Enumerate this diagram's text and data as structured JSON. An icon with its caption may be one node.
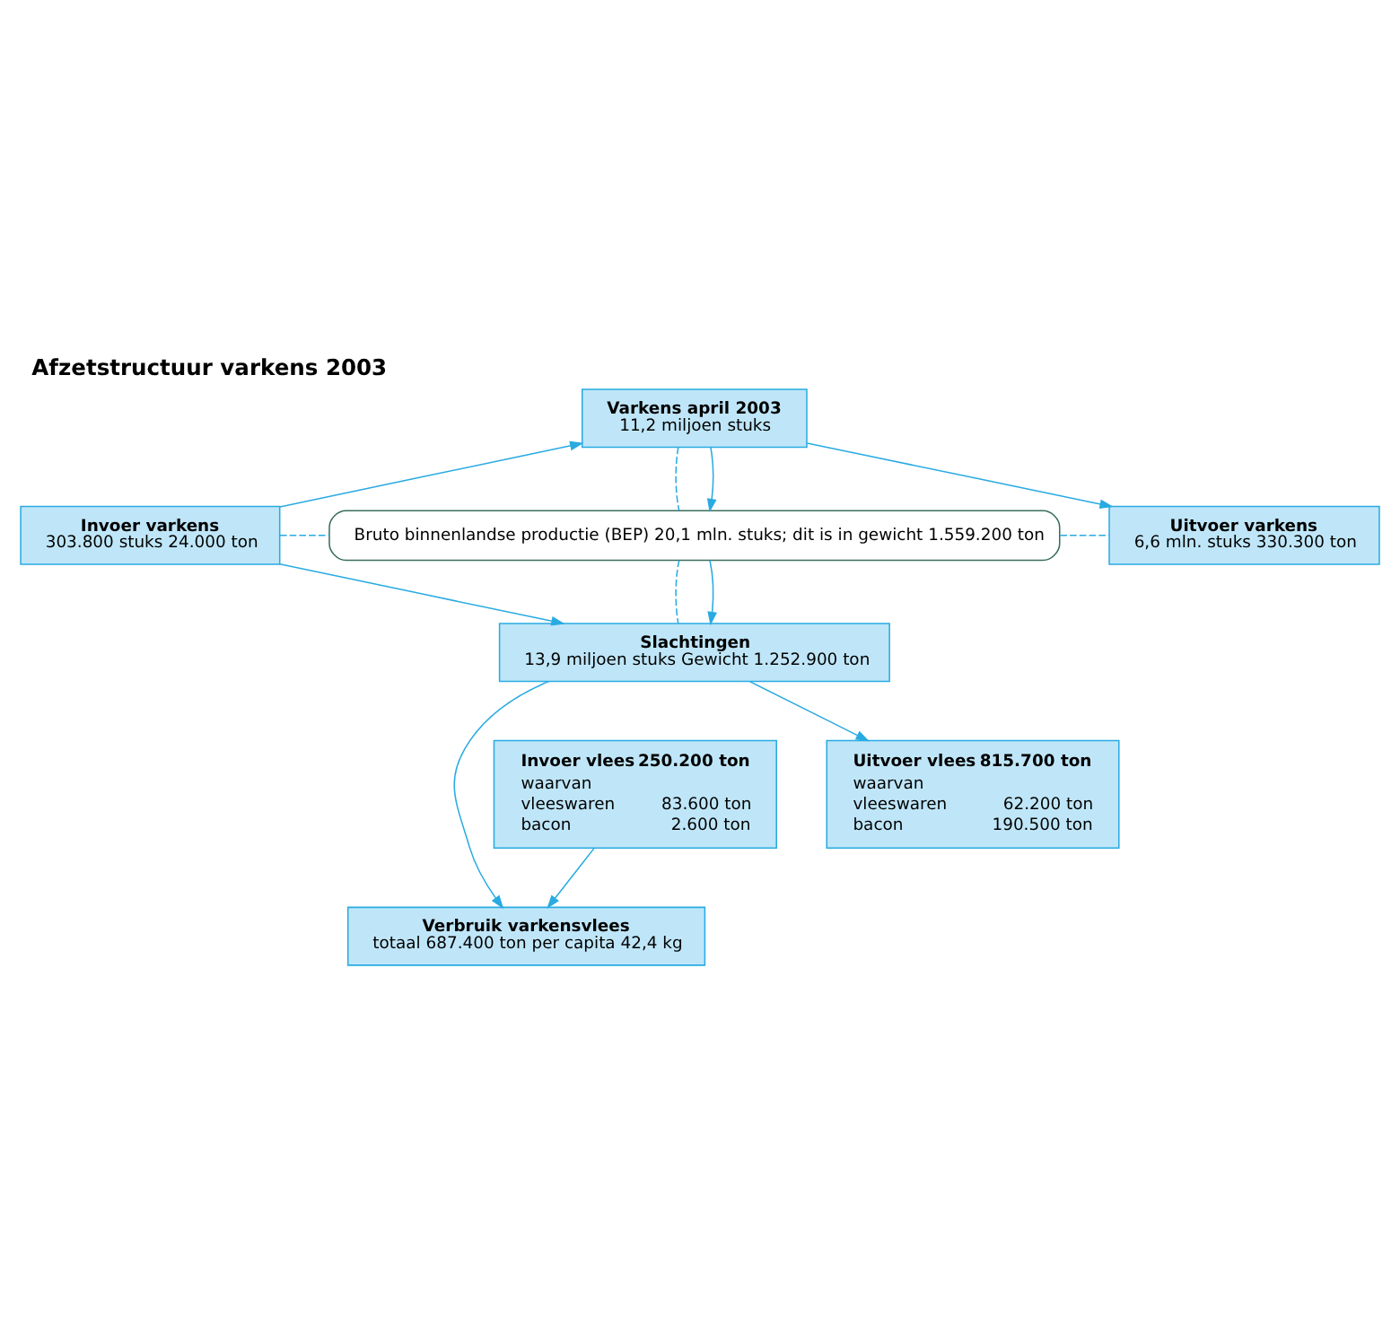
{
  "diagram": {
    "title": "Afzetstructuur varkens 2003",
    "nodes": [
      {
        "text": [
          "Varkens april 2003",
          "11,2 miljoen stuks"
        ]
      },
      {
        "text": [
          "Invoer varkens",
          "303.800 stuks 24.000 ton"
        ]
      },
      {
        "text": [
          "Bruto binnenlandse productie (BEP) 20,1 mln. stuks; dit is in gewicht 1.559.200 ton"
        ]
      },
      {
        "text": [
          "Uitvoer varkens",
          "6,6 mln. stuks 330.300 ton"
        ]
      },
      {
        "text": [
          "Slachtingen",
          "13,9 miljoen stuks Gewicht 1.252.900 ton"
        ]
      },
      {
        "text": [
          "Invoer vlees",
          "250.200 ton",
          "waarvan",
          "vleeswaren",
          "83.600 ton",
          "bacon",
          "2.600 ton"
        ]
      },
      {
        "text": [
          "Uitvoer vlees",
          "815.700 ton",
          "waarvan",
          "vleeswaren",
          "62.200 ton",
          "bacon",
          "190.500 ton"
        ]
      },
      {
        "text": [
          "Verbruik varkensvlees",
          "totaal 687.400 ton per capita 42,4 kg"
        ]
      }
    ],
    "edges": [
      {
        "from": 1,
        "to": 0,
        "arrow": "to"
      },
      {
        "from": 0,
        "to": 3,
        "arrow": "to"
      },
      {
        "from": 0,
        "to": 2,
        "arrow": "none",
        "style": "dashed"
      },
      {
        "from": 0,
        "to": 2,
        "arrow": "to"
      },
      {
        "from": 1,
        "to": 2,
        "arrow": "none",
        "style": "dashed"
      },
      {
        "from": 2,
        "to": 3,
        "arrow": "none",
        "style": "dashed"
      },
      {
        "from": 2,
        "to": 4,
        "arrow": "none",
        "style": "dashed"
      },
      {
        "from": 2,
        "to": 4,
        "arrow": "to"
      },
      {
        "from": 1,
        "to": 4,
        "arrow": "to"
      },
      {
        "from": 4,
        "to": 6,
        "arrow": "to"
      },
      {
        "from": 4,
        "to": 7,
        "arrow": "to"
      },
      {
        "from": 5,
        "to": 7,
        "arrow": "to"
      }
    ]
  }
}
